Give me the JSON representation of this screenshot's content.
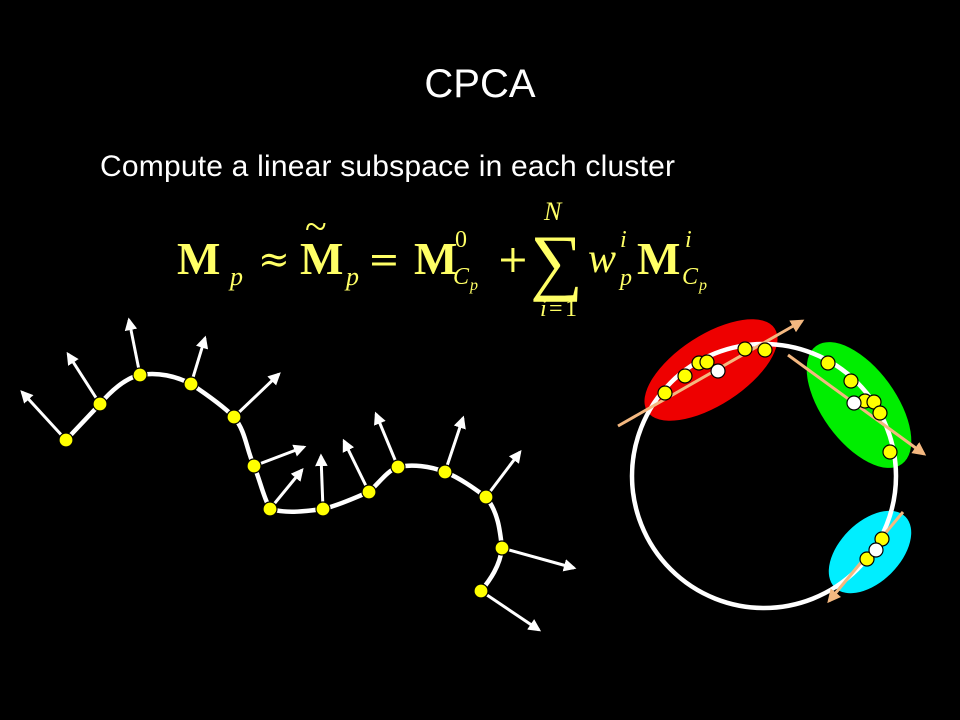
{
  "slide": {
    "title": "CPCA",
    "subtitle": "Compute a linear subspace in each cluster"
  },
  "formula": {
    "M": "M",
    "p": "p",
    "approx": "≈",
    "tilde": "~",
    "equals": "=",
    "zero": "0",
    "C": "C",
    "plus": "+",
    "sum": "∑",
    "N": "N",
    "i": "i",
    "one": "1",
    "w": "w"
  },
  "colors": {
    "background": "#000000",
    "text": "#ffffff",
    "formula": "#ffff66",
    "point": "#ffff00",
    "mean_point": "#ffffff",
    "curve": "#ffffff",
    "cluster_red": "#ee0000",
    "cluster_green": "#00ee00",
    "cluster_cyan": "#00eeff",
    "axis": "#f4b880"
  },
  "icons": {
    "arrow": "arrow-icon",
    "sample_point": "sample-point-icon",
    "cluster_mean": "cluster-mean-icon"
  }
}
